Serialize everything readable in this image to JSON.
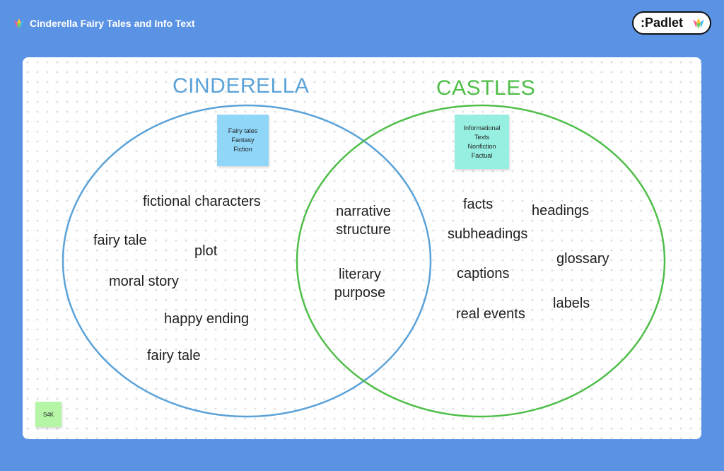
{
  "header": {
    "title": "Cinderella Fairy Tales and Info Text",
    "brand": ":Padlet"
  },
  "board": {
    "left_heading": "CINDERELLA",
    "right_heading": "CASTLES",
    "colors": {
      "left": "#5aa2d8",
      "right": "#4fbe48",
      "background": "#5b93e4"
    },
    "sticky_left": [
      "Fairy tales",
      "Fantasy",
      "Fiction"
    ],
    "sticky_right": [
      "Informational",
      "Texts",
      "Nonfiction",
      "Factual"
    ],
    "sticky_corner": "S4K",
    "left_words": [
      "fictional characters",
      "fairy tale",
      "plot",
      "moral story",
      "happy ending",
      "fairy tale"
    ],
    "middle_words": [
      "narrative",
      "structure",
      "literary",
      "purpose"
    ],
    "right_words": [
      "facts",
      "headings",
      "subheadings",
      "glossary",
      "captions",
      "labels",
      "real events"
    ]
  }
}
